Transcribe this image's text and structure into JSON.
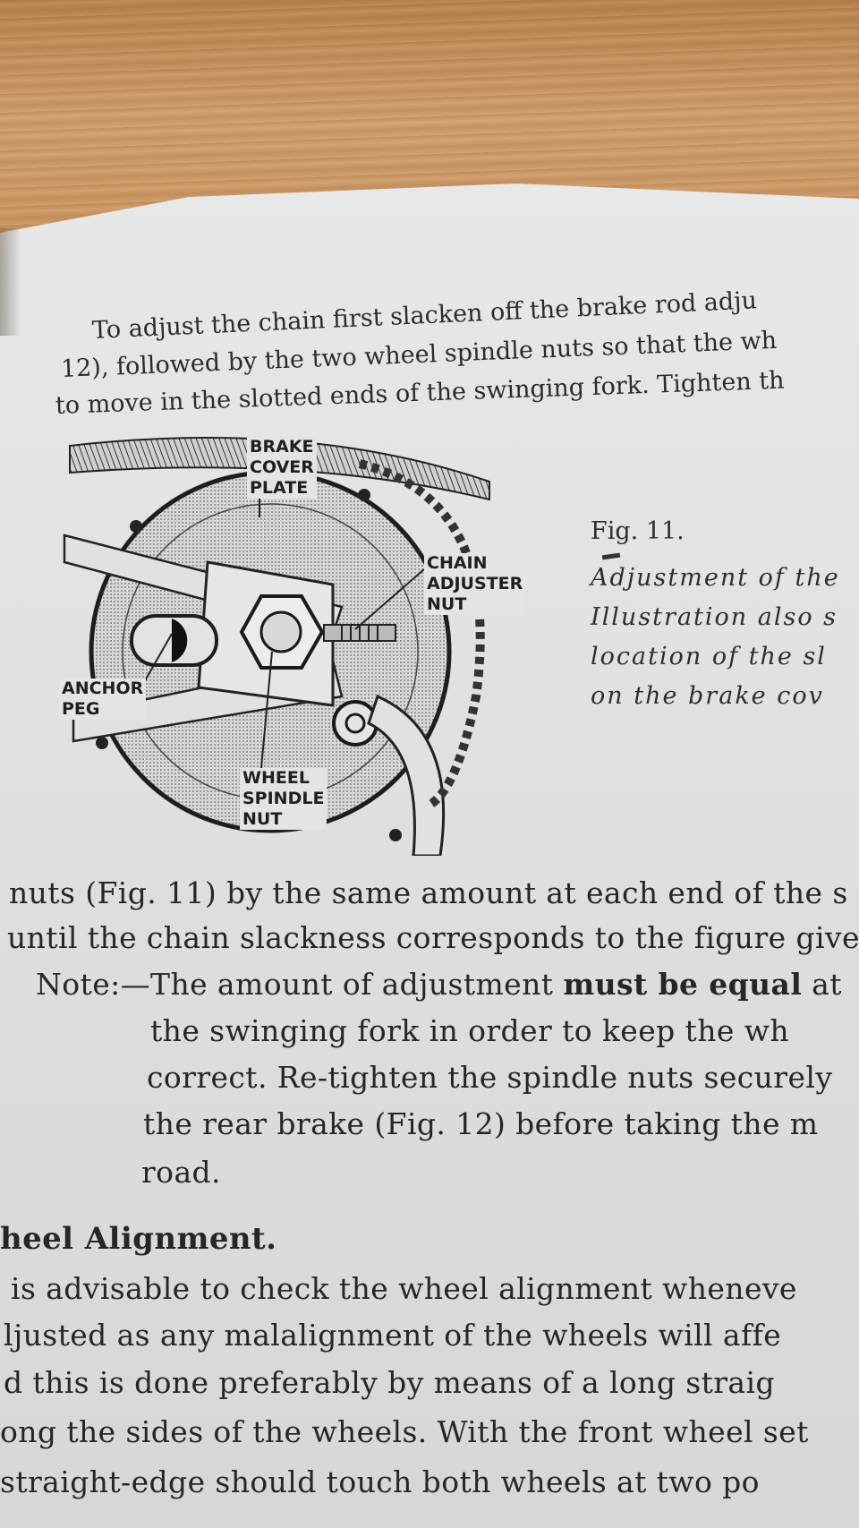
{
  "text": {
    "top_lines": [
      "To adjust the chain first slacken off the brake rod adju",
      "12), followed by the two wheel spindle nuts so that the wh",
      "to move in the slotted ends of the swinging fork. Tighten th"
    ],
    "figure_labels": {
      "brake_cover_plate": [
        "BRAKE",
        "COVER",
        "PLATE"
      ],
      "chain_adjuster_nut": [
        "CHAIN",
        "ADJUSTER",
        "NUT"
      ],
      "anchor_peg": [
        "ANCHOR",
        "PEG"
      ],
      "wheel_spindle_nut": [
        "WHEEL",
        "SPINDLE",
        "NUT"
      ]
    },
    "caption": {
      "title": "Fig. 11.",
      "lines": [
        "Adjustment of the",
        "Illustration also s",
        "location of the sl",
        "on the brake cov"
      ]
    },
    "body_lines": [
      "nuts (Fig. 11) by the same amount at each end of the s",
      "until the chain slackness corresponds to the figure give"
    ],
    "note": {
      "prefix": "Note:—The amount of adjustment ",
      "emphasis": "must be equal",
      "suffix": " at",
      "continuation": [
        "the swinging fork in order to keep the wh",
        "correct. Re-tighten the spindle nuts securely",
        "the rear brake (Fig. 12) before taking the m",
        "road."
      ]
    },
    "section_heading": "heel Alignment.",
    "section_lines": [
      "is advisable to check the wheel alignment wheneve",
      "ljusted as any malalignment of the wheels will affe",
      "d this is done preferably by means of a long straig",
      "ong the sides of the wheels. With the front wheel set",
      "straight-edge should touch both wheels at two po"
    ]
  },
  "colors": {
    "ink": "#262626",
    "paper": "#e2e3e2",
    "wood": "#c8955f"
  }
}
